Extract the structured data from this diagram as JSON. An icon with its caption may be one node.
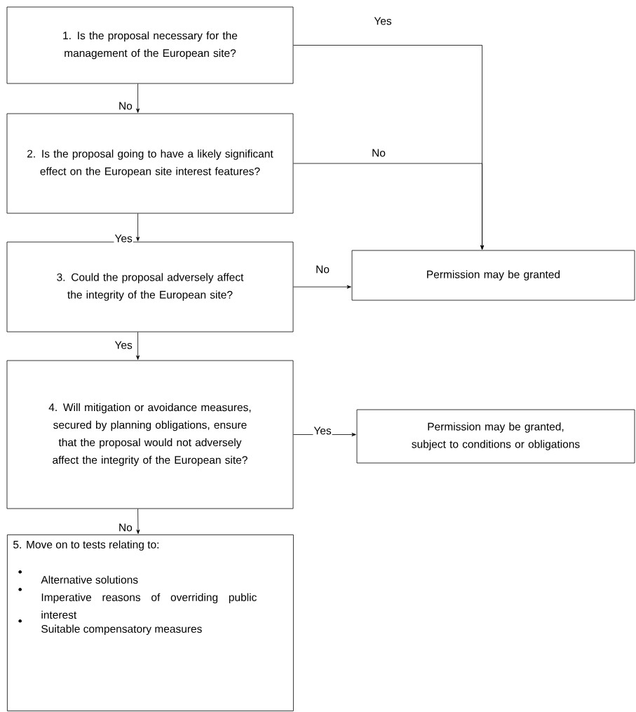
{
  "diagram": {
    "nodes": [
      {
        "text": [
          "1. Is the proposal necessary for the management of the European site?"
        ]
      },
      {
        "text": [
          "2. Is the proposal going to have a likely significant effect on the European site interest features?"
        ]
      },
      {
        "text": [
          "3. Could the proposal adversely affect the integrity of the European site?"
        ]
      },
      {
        "text": [
          "4. Will mitigation or avoidance measures, secured by planning obligations, ensure that the proposal would not adversely affect the integrity of the European site?"
        ]
      },
      {
        "text": [
          "5. Move on to tests relating to:",
          "Alternative solutions",
          "Imperative reasons of overriding public interest",
          "Suitable compensatory measures"
        ]
      },
      {
        "text": [
          "Permission may be granted"
        ]
      },
      {
        "text": [
          "Permission may be granted, subject to conditions or obligations"
        ]
      }
    ],
    "edges": [
      {
        "from": 0,
        "to": 1,
        "arrow": "to",
        "label": "No"
      },
      {
        "from": 1,
        "to": 2,
        "arrow": "to",
        "label": "Yes"
      },
      {
        "from": 2,
        "to": 3,
        "arrow": "to",
        "label": "Yes"
      },
      {
        "from": 3,
        "to": 4,
        "arrow": "to",
        "label": "No"
      },
      {
        "from": 0,
        "to": 5,
        "arrow": "to",
        "label": "Yes"
      },
      {
        "from": 1,
        "to": 5,
        "arrow": "to",
        "label": "No"
      },
      {
        "from": 2,
        "to": 5,
        "arrow": "to",
        "label": "No"
      },
      {
        "from": 3,
        "to": 6,
        "arrow": "to",
        "label": "Yes"
      }
    ]
  }
}
